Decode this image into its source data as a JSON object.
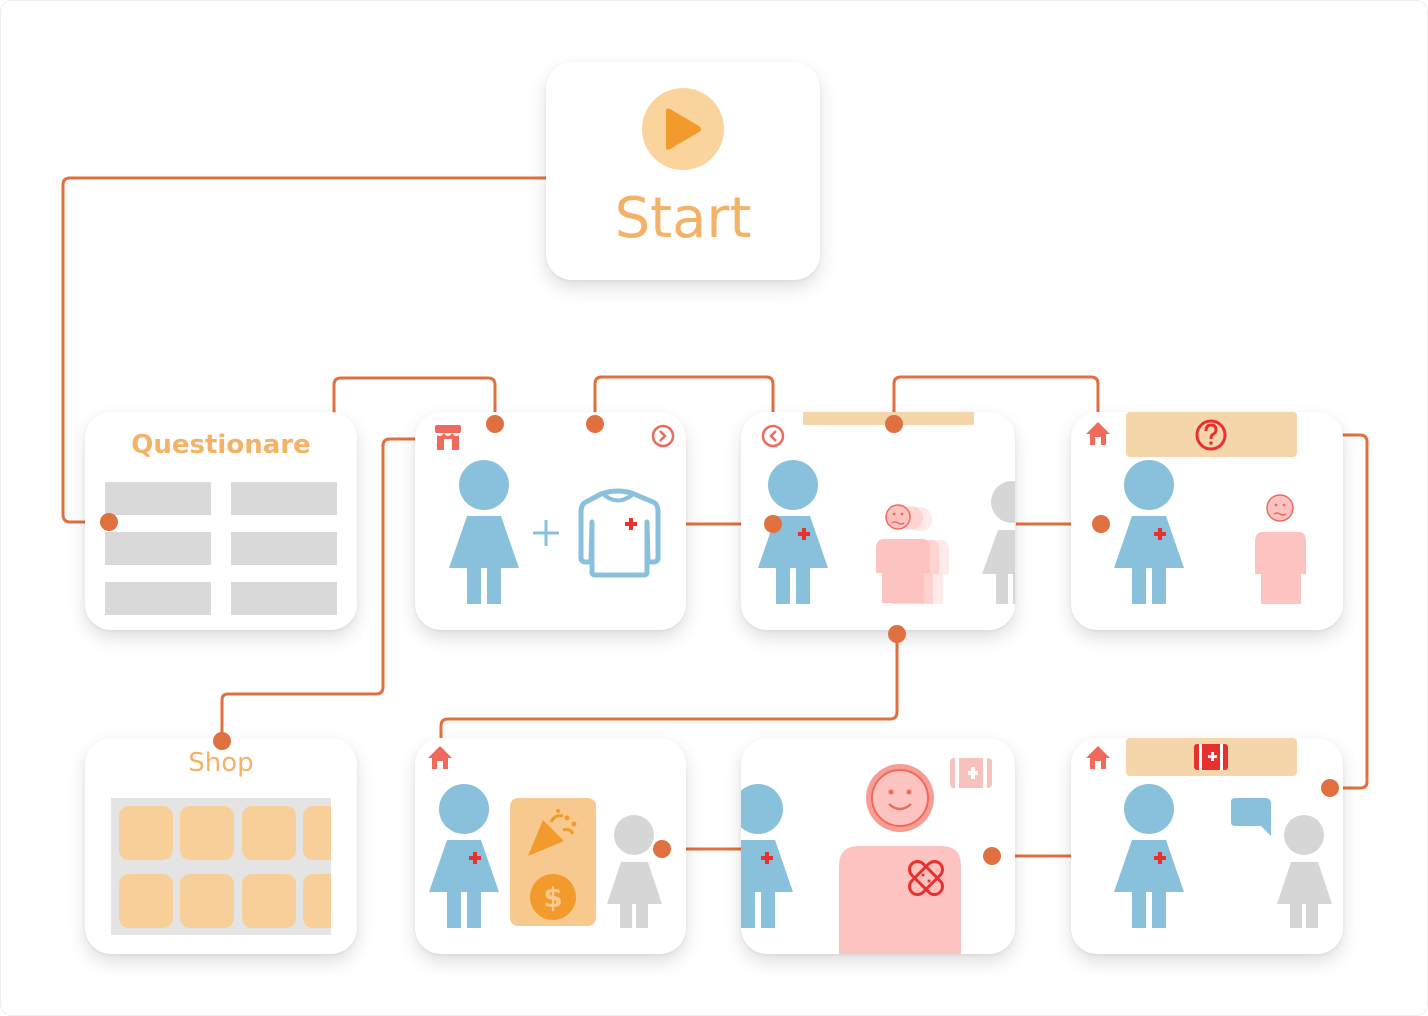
{
  "start": {
    "label": "Start",
    "icon": "play-icon"
  },
  "questionnaire": {
    "title": "Questionare"
  },
  "shop": {
    "title": "Shop"
  },
  "colors": {
    "connector": "#e0703f",
    "accent_orange": "#f4b267",
    "figure_blue": "#89c0dc",
    "patient_pink": "#fdc3c0",
    "bystander_grey": "#d6d6d6",
    "medical_red": "#e8312f",
    "banner_tan": "#f5d6ab",
    "placeholder_grey": "#d9d9d9"
  },
  "icons": {
    "shop_card": [
      "person-icon",
      "plus-icon",
      "uniform-shirt-icon",
      "shop-icon",
      "next-arrow-icon"
    ],
    "encounter_card": [
      "person-icon",
      "patient-icon",
      "sad-face-icon",
      "bystander-icon",
      "back-arrow-icon"
    ],
    "question_card": [
      "home-icon",
      "question-icon",
      "person-icon",
      "sad-face-icon",
      "patient-icon"
    ],
    "reward_card": [
      "home-icon",
      "person-icon",
      "party-popper-icon",
      "dollar-coin-icon",
      "bystander-icon"
    ],
    "healed_card": [
      "person-icon",
      "smiley-face-icon",
      "bandage-icon",
      "first-aid-kit-icon"
    ],
    "dialog_card": [
      "home-icon",
      "first-aid-kit-icon",
      "person-icon",
      "speech-bubble-icon",
      "bystander-icon"
    ]
  }
}
